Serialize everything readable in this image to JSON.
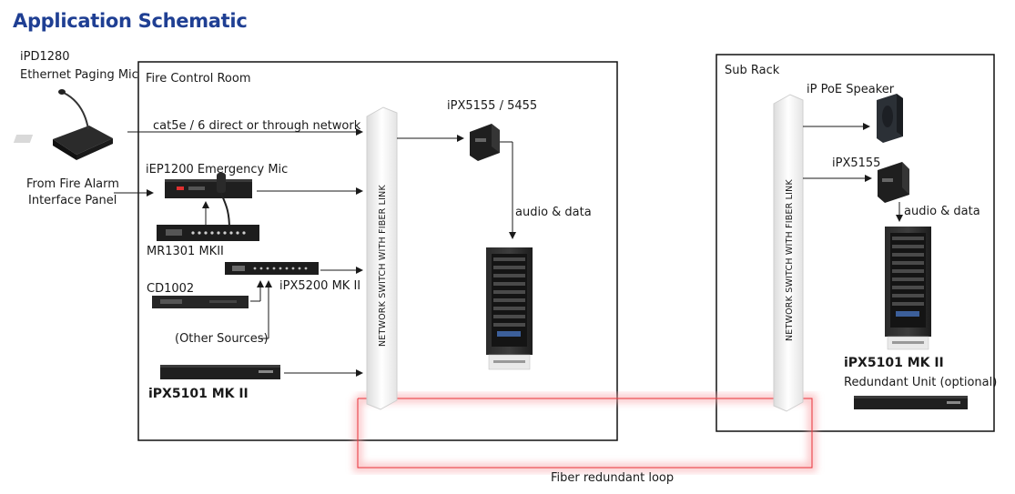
{
  "title": "Application Schematic",
  "rooms": {
    "fire_control": "Fire Control Room",
    "sub_rack": "Sub Rack"
  },
  "switch_label": "NETWORK SWITCH WITH FIBER LINK",
  "devices": {
    "paging_mic": {
      "line1": "iPD1280",
      "line2": "Ethernet Paging Mic"
    },
    "fire_alarm": {
      "line1": "From Fire Alarm",
      "line2": "Interface Panel"
    },
    "emergency_mic": "iEP1200 Emergency Mic",
    "mr1301": "MR1301 MKII",
    "cd1002": "CD1002",
    "ipx5200": "iPX5200 MK II",
    "other_sources": "(Other Sources)",
    "ipx5101_main": "iPX5101 MK II",
    "ipx5155_main": "iPX5155 / 5455",
    "poe_speaker": "iP PoE Speaker",
    "ipx5155_sub": "iPX5155",
    "ipx5101_sub": "iPX5101 MK II",
    "redundant": "Redundant Unit (optional)"
  },
  "labels": {
    "cat5e": "cat5e / 6 direct or through network",
    "audio_data_main": "audio & data",
    "audio_data_sub": "audio & data",
    "fiber_loop": "Fiber redundant loop"
  },
  "colors": {
    "title": "#1f3f93",
    "fiber_loop": "#e8323a",
    "device": "#1c1c1c"
  }
}
